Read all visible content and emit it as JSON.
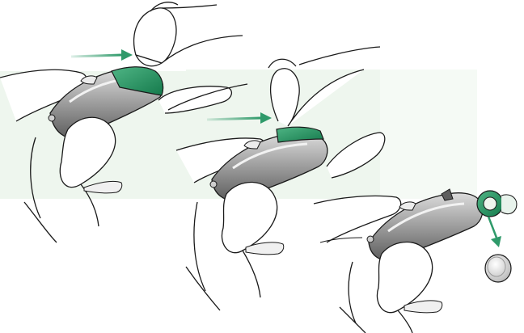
{
  "illustration": {
    "panels": [
      {
        "step": 1,
        "action": "push-battery-door-open"
      },
      {
        "step": 2,
        "action": "swing-battery-door-out"
      },
      {
        "step": 3,
        "action": "remove-battery"
      }
    ],
    "colors": {
      "accent": "#2f9a6a",
      "accent_dark": "#157a4c",
      "background_band": "#eef6ee",
      "device_body": "#a3a3a3",
      "device_dark": "#5e5e5e",
      "device_light": "#dcdcdc",
      "outline": "#1a1a1a",
      "skin": "#ffffff"
    }
  }
}
